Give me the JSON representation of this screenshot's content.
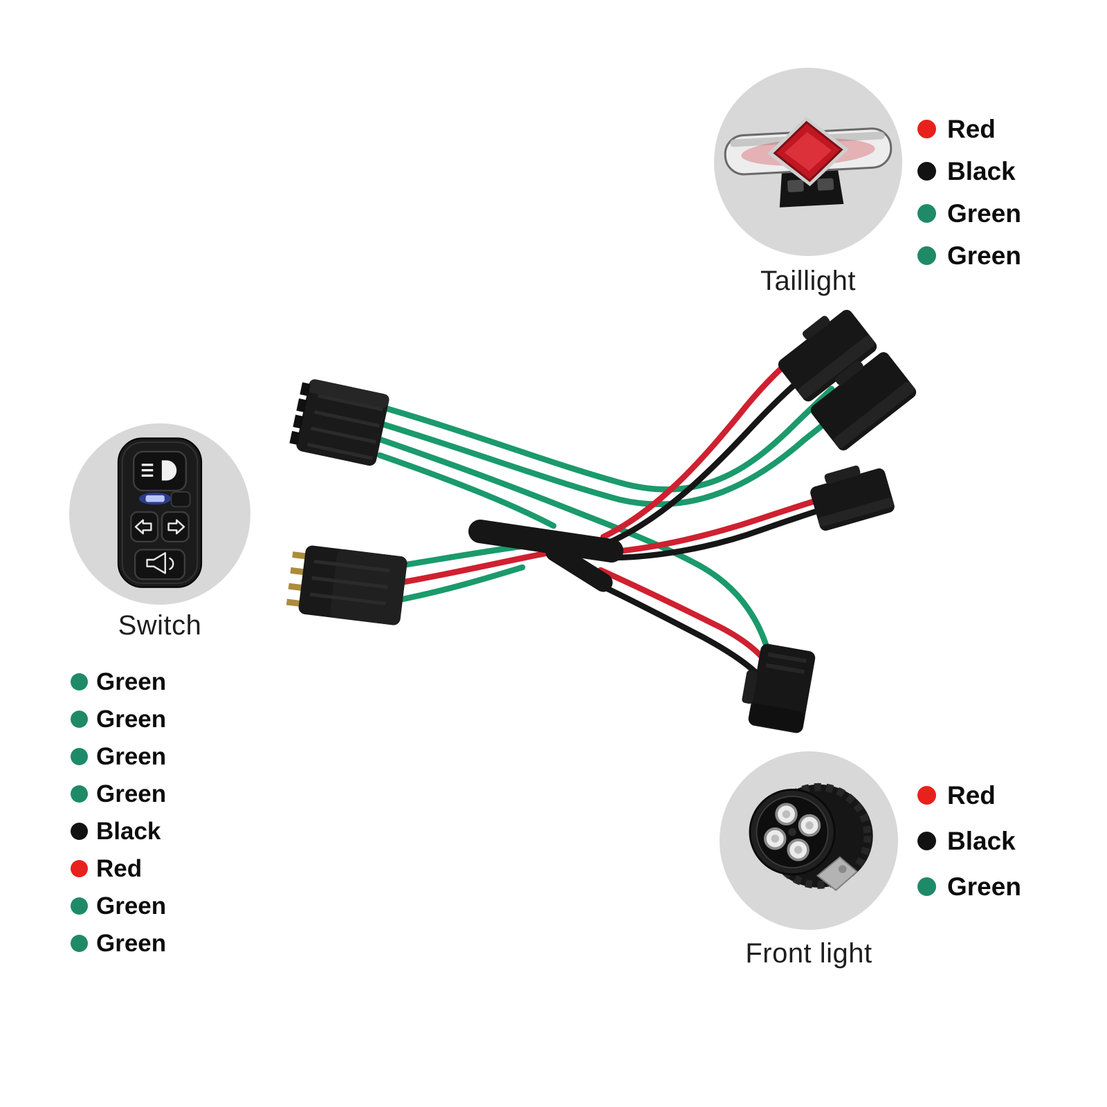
{
  "taillight": {
    "label": "Taillight",
    "legend": [
      {
        "name": "Red",
        "hex": "#e8211d"
      },
      {
        "name": "Black",
        "hex": "#121212"
      },
      {
        "name": "Green",
        "hex": "#1f8a68"
      },
      {
        "name": "Green",
        "hex": "#1f8a68"
      }
    ]
  },
  "switch": {
    "label": "Switch",
    "legend": [
      {
        "name": "Green",
        "hex": "#1f8a68"
      },
      {
        "name": "Green",
        "hex": "#1f8a68"
      },
      {
        "name": "Green",
        "hex": "#1f8a68"
      },
      {
        "name": "Green",
        "hex": "#1f8a68"
      },
      {
        "name": "Black",
        "hex": "#121212"
      },
      {
        "name": "Red",
        "hex": "#e8211d"
      },
      {
        "name": "Green",
        "hex": "#1f8a68"
      },
      {
        "name": "Green",
        "hex": "#1f8a68"
      }
    ],
    "icons": [
      "headlight-beam-icon",
      "left-arrow-icon",
      "right-arrow-icon",
      "horn-icon",
      "blue-indicator-led"
    ]
  },
  "front_light": {
    "label": "Front light",
    "legend": [
      {
        "name": "Red",
        "hex": "#e8211d"
      },
      {
        "name": "Black",
        "hex": "#121212"
      },
      {
        "name": "Green",
        "hex": "#1f8a68"
      }
    ]
  },
  "wires": {
    "green": "#1b9a6c",
    "red": "#cf2030",
    "black": "#161616"
  }
}
